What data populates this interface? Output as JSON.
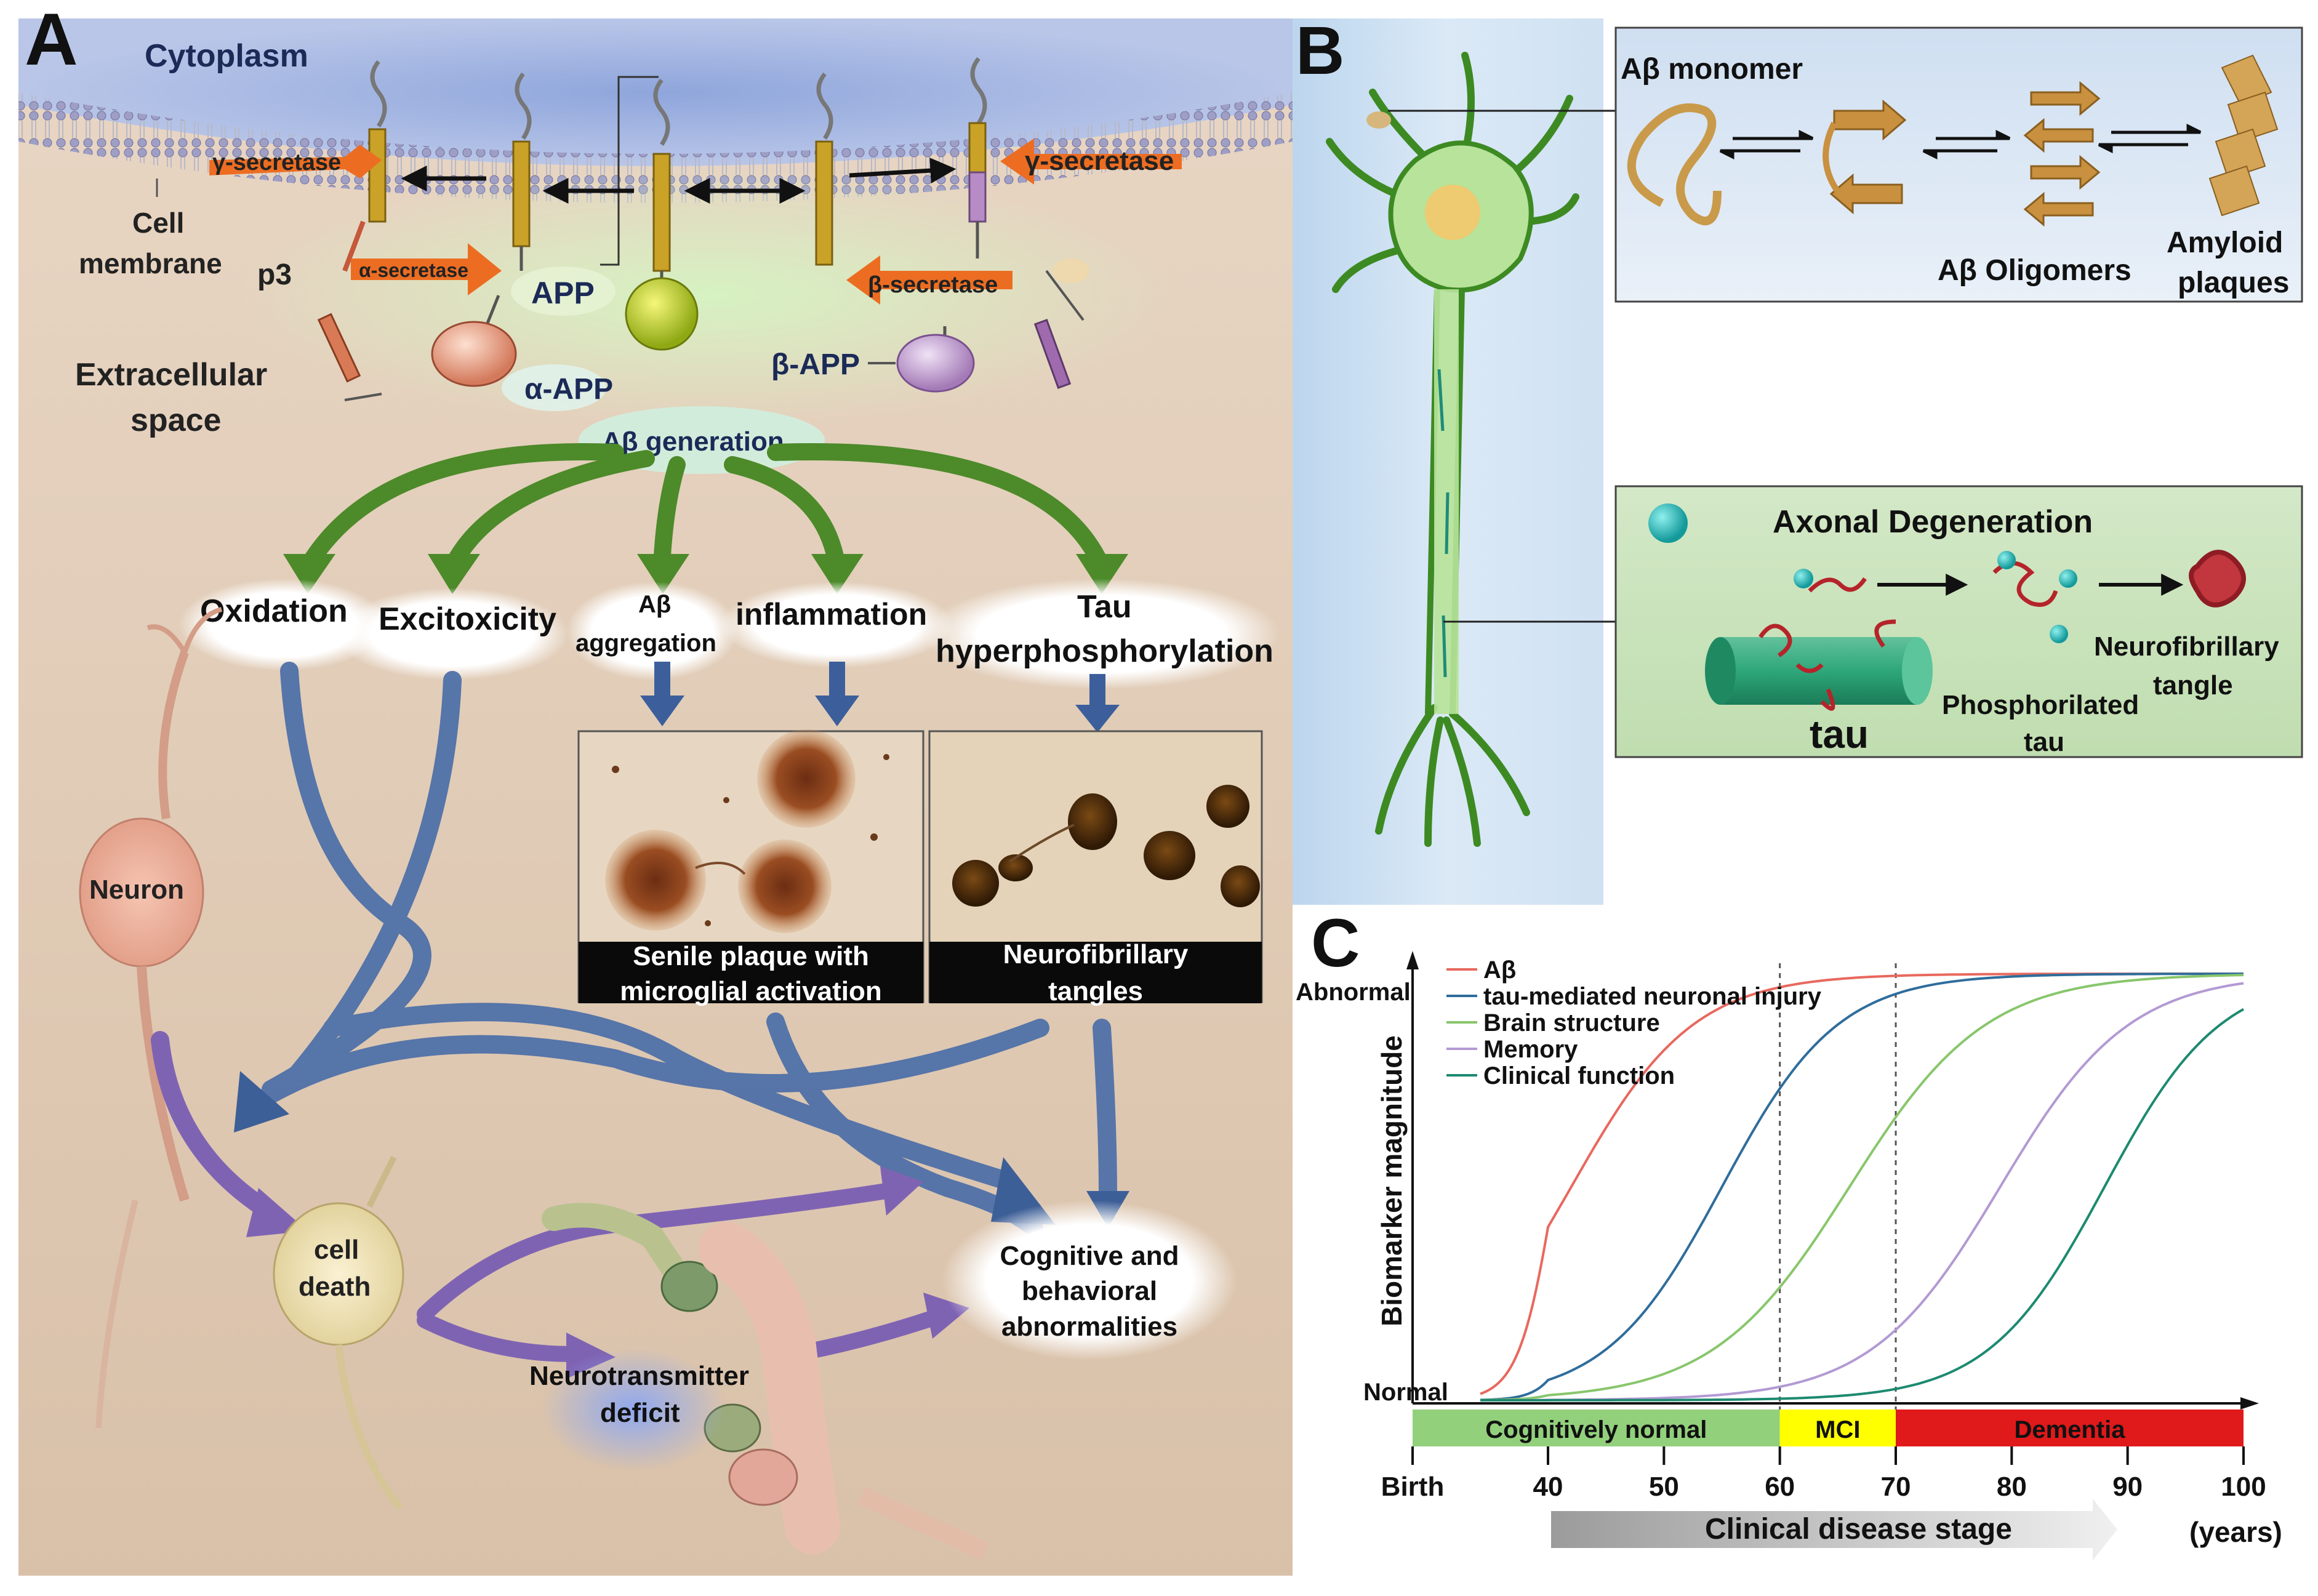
{
  "panel_a": {
    "letter": "A",
    "labels": {
      "cytoplasm": "Cytoplasm",
      "cell_membrane_1": "Cell",
      "cell_membrane_2": "membrane",
      "p3": "p3",
      "extracellular_1": "Extracellular",
      "extracellular_2": "space",
      "gamma_left": "γ-secretase",
      "alpha_secretase": "α-secretase",
      "app": "APP",
      "alpha_app": "α-APP",
      "gamma_right": "γ-secretase",
      "beta_secretase": "β-secretase",
      "beta_app": "β-APP",
      "ab_generation": "Aβ generation",
      "oxidation": "Oxidation",
      "excitoxicity": "Excitoxicity",
      "ab_aggregation_1": "Aβ",
      "ab_aggregation_2": "aggregation",
      "inflammation": "inflammation",
      "tau_1": "Tau",
      "tau_2": "hyperphosphorylation",
      "plaque_caption_1": "Senile plaque with",
      "plaque_caption_2": "microglial activation",
      "tangle_caption_1": "Neurofibrillary",
      "tangle_caption_2": "tangles",
      "neuron": "Neuron",
      "cell_death_1": "cell",
      "cell_death_2": "death",
      "nt_deficit_1": "Neurotransmitter",
      "nt_deficit_2": "deficit",
      "cognitive_1": "Cognitive and",
      "cognitive_2": "behavioral",
      "cognitive_3": "abnormalities"
    }
  },
  "panel_b": {
    "letter": "B",
    "labels": {
      "ab_monomer": "Aβ monomer",
      "ab_oligomers": "Aβ Oligomers",
      "amyloid_1": "Amyloid",
      "amyloid_2": "plaques",
      "axonal": "Axonal Degeneration",
      "tau": "tau",
      "phos_1": "Phosphorilated",
      "phos_2": "tau",
      "nft_1": "Neurofibrillary",
      "nft_2": "tangle"
    }
  },
  "panel_c": {
    "letter": "C"
  },
  "chart_data": {
    "type": "line",
    "title": "",
    "ylabel": "Biomarker magnitude",
    "xlabel": "Clinical disease stage",
    "x_unit": "(years)",
    "y_levels": [
      "Normal",
      "Abnormal"
    ],
    "x_ticks": [
      "Birth",
      "40",
      "50",
      "60",
      "70",
      "80",
      "90",
      "100"
    ],
    "x_tick_values": [
      0,
      40,
      50,
      60,
      70,
      80,
      90,
      100
    ],
    "ylim": [
      0,
      1
    ],
    "vlines": [
      60,
      70
    ],
    "stages": [
      {
        "label": "Cognitively normal",
        "from": 0,
        "to": 60,
        "color": "#92d07c"
      },
      {
        "label": "MCI",
        "from": 60,
        "to": 70,
        "color": "#ffff00"
      },
      {
        "label": "Dementia",
        "from": 70,
        "to": 100,
        "color": "#e0191b"
      }
    ],
    "series": [
      {
        "name": "Aβ",
        "color": "#e8685e",
        "midpoint": 42,
        "steepness": 0.19
      },
      {
        "name": "tau-mediated neuronal injury",
        "color": "#2f6d9c",
        "midpoint": 55,
        "steepness": 0.2
      },
      {
        "name": "Brain structure",
        "color": "#88c66c",
        "midpoint": 66,
        "steepness": 0.17
      },
      {
        "name": "Memory",
        "color": "#b39ad3",
        "midpoint": 79,
        "steepness": 0.18
      },
      {
        "name": "Clinical function",
        "color": "#1d8a70",
        "midpoint": 88,
        "steepness": 0.2
      }
    ]
  }
}
